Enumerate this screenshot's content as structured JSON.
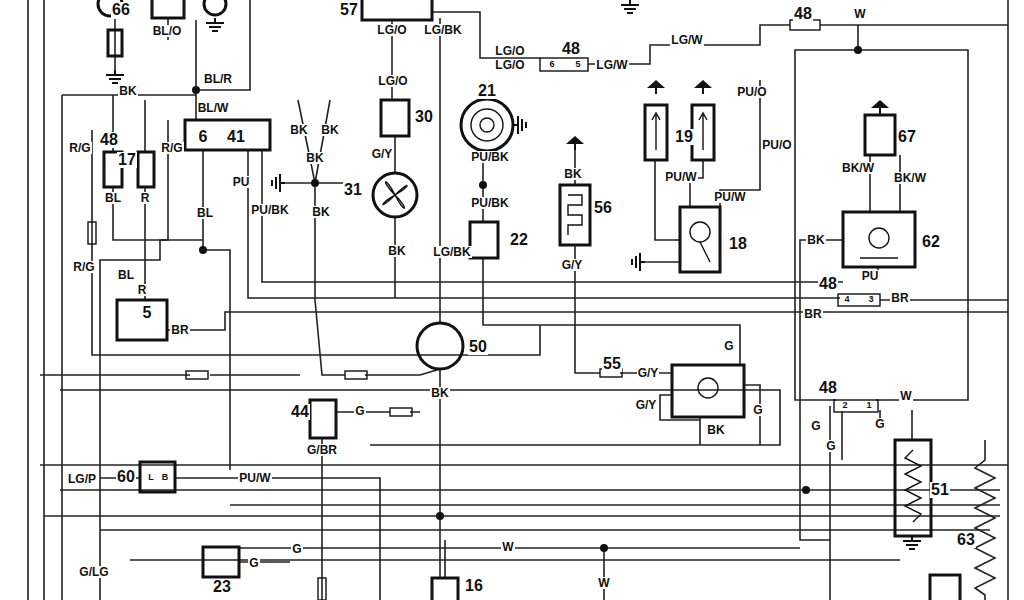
{
  "diagram": {
    "labels": [
      "66",
      "BL/O",
      "BK",
      "57",
      "LG/O",
      "LG/BK",
      "48",
      "W",
      "LG/W",
      "LG/O",
      "48",
      "LG/O",
      "6",
      "5",
      "LG/W",
      "BL/R",
      "LG/O",
      "21",
      "PU/O",
      "BL/W",
      "6",
      "41",
      "BK",
      "BK",
      "30",
      "67",
      "19",
      "PU/O",
      "48",
      "R/G",
      "R/G",
      "17",
      "BK",
      "G/Y",
      "PU/BK",
      "BK/W",
      "BK/W",
      "PU/W",
      "BL",
      "R",
      "PU",
      "31",
      "BK",
      "PU/W",
      "PU/BK",
      "PU/BK",
      "BK",
      "BL",
      "56",
      "22",
      "18",
      "BK",
      "62",
      "BK",
      "LG/BK",
      "R/G",
      "G/Y",
      "BL",
      "PU",
      "48",
      "R",
      "4",
      "3",
      "BR",
      "5",
      "BR",
      "BR",
      "50",
      "G",
      "55",
      "G/Y",
      "BK",
      "48",
      "W",
      "2",
      "1",
      "44",
      "G",
      "G/Y",
      "G",
      "G",
      "G",
      "BK",
      "G/BR",
      "G",
      "60",
      "LG/P",
      "L",
      "B",
      "PU/W",
      "51",
      "63",
      "W",
      "G",
      "G",
      "G/LG",
      "W",
      "23",
      "16"
    ]
  }
}
